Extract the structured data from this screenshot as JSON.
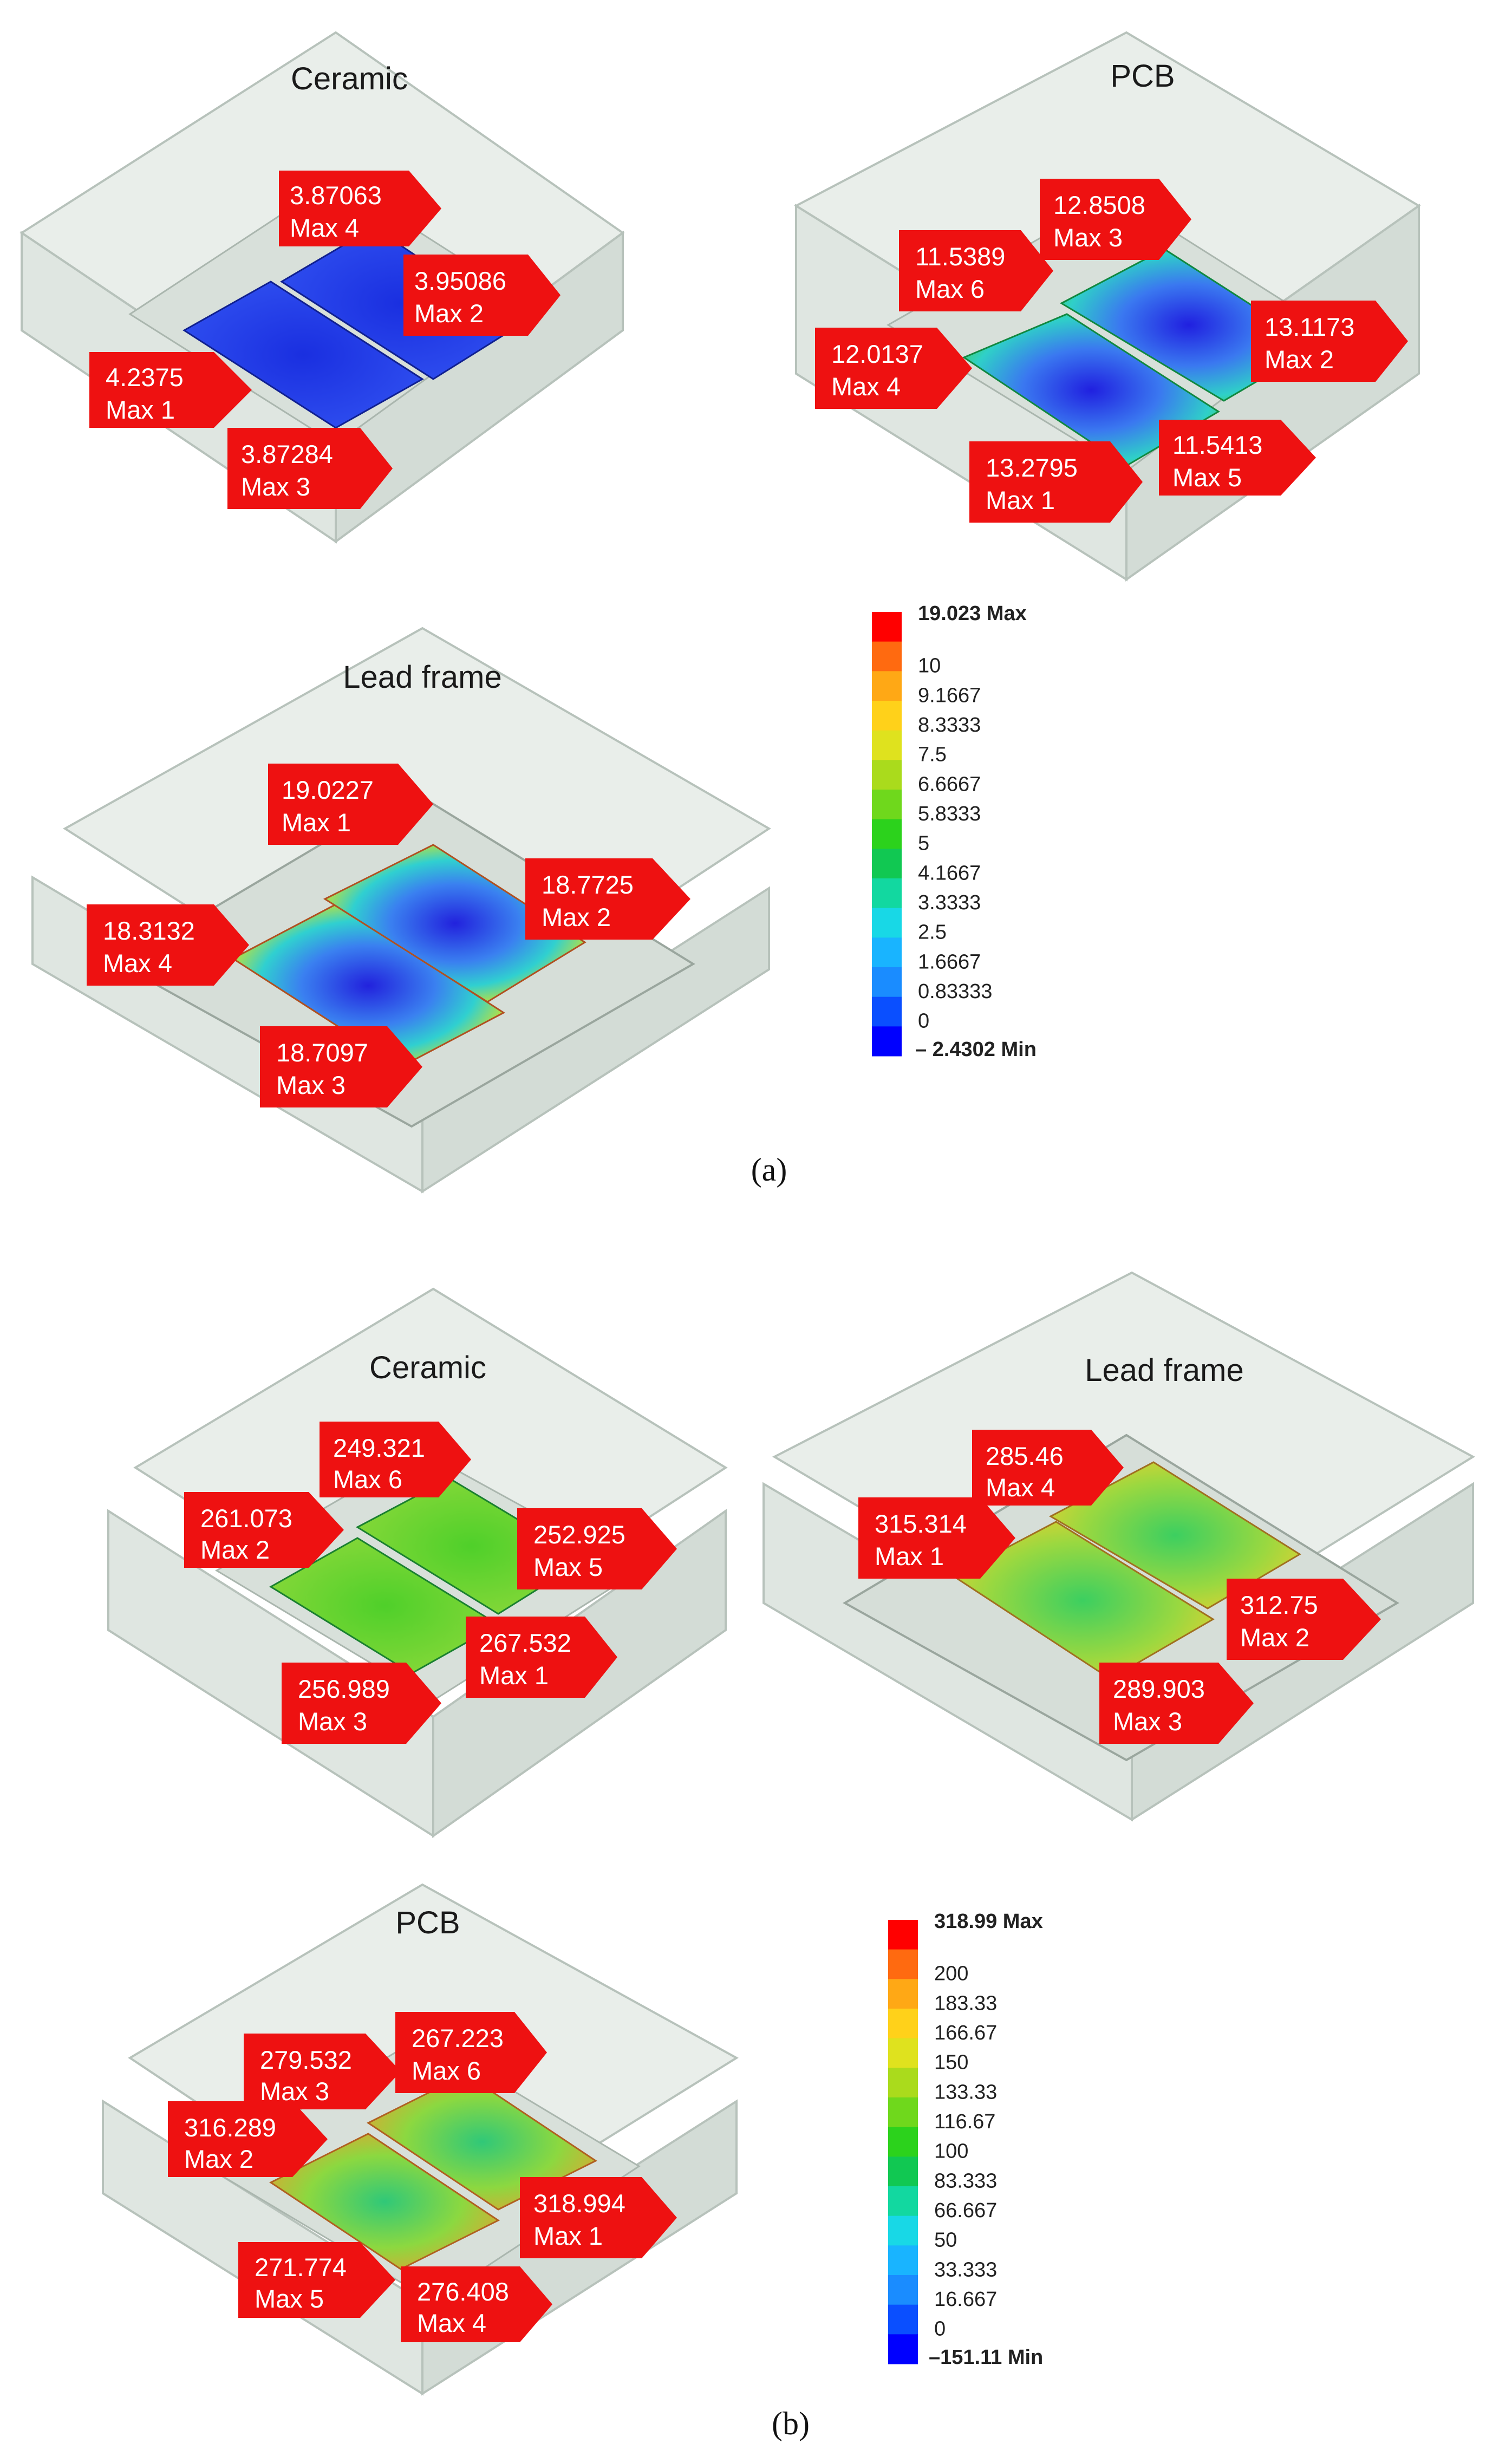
{
  "colors": {
    "callout": "#ee1111",
    "housing_face": "#e9eeea",
    "housing_edge": "#b7c2bb",
    "colorbar": [
      "#0000ff",
      "#0a4fff",
      "#1a8cff",
      "#19b4ff",
      "#18d8e6",
      "#12d8a0",
      "#11c852",
      "#2cd21c",
      "#6fd81c",
      "#aadb1c",
      "#dfe21e",
      "#ffd11a",
      "#ffa815",
      "#ff6a10",
      "#ff0000"
    ]
  },
  "panel_a": {
    "caption": "(a)",
    "ceramic": {
      "title": "Ceramic",
      "callouts": [
        {
          "value": "3.87063",
          "label": "Max 4"
        },
        {
          "value": "3.95086",
          "label": "Max 2"
        },
        {
          "value": "4.2375",
          "label": "Max 1"
        },
        {
          "value": "3.87284",
          "label": "Max 3"
        }
      ]
    },
    "pcb": {
      "title": "PCB",
      "callouts": [
        {
          "value": "12.8508",
          "label": "Max 3"
        },
        {
          "value": "11.5389",
          "label": "Max 6"
        },
        {
          "value": "13.1173",
          "label": "Max 2"
        },
        {
          "value": "12.0137",
          "label": "Max 4"
        },
        {
          "value": "11.5413",
          "label": "Max 5"
        },
        {
          "value": "13.2795",
          "label": "Max 1"
        }
      ]
    },
    "lead_frame": {
      "title": "Lead frame",
      "callouts": [
        {
          "value": "19.0227",
          "label": "Max 1"
        },
        {
          "value": "18.7725",
          "label": "Max 2"
        },
        {
          "value": "18.3132",
          "label": "Max 4"
        },
        {
          "value": "18.7097",
          "label": "Max 3"
        }
      ]
    },
    "legend": {
      "max": "19.023 Max",
      "ticks": [
        "10",
        "9.1667",
        "8.3333",
        "7.5",
        "6.6667",
        "5.8333",
        "5",
        "4.1667",
        "3.3333",
        "2.5",
        "1.6667",
        "0.83333",
        "0"
      ],
      "min": "– 2.4302 Min"
    }
  },
  "panel_b": {
    "caption": "(b)",
    "ceramic": {
      "title": "Ceramic",
      "callouts": [
        {
          "value": "249.321",
          "label": "Max 6"
        },
        {
          "value": "261.073",
          "label": "Max 2"
        },
        {
          "value": "252.925",
          "label": "Max 5"
        },
        {
          "value": "267.532",
          "label": "Max 1"
        },
        {
          "value": "256.989",
          "label": "Max 3"
        }
      ]
    },
    "lead_frame": {
      "title": "Lead frame",
      "callouts": [
        {
          "value": "285.46",
          "label": "Max 4"
        },
        {
          "value": "315.314",
          "label": "Max 1"
        },
        {
          "value": "312.75",
          "label": "Max 2"
        },
        {
          "value": "289.903",
          "label": "Max 3"
        }
      ]
    },
    "pcb": {
      "title": "PCB",
      "callouts": [
        {
          "value": "279.532",
          "label": "Max 3"
        },
        {
          "value": "267.223",
          "label": "Max 6"
        },
        {
          "value": "316.289",
          "label": "Max 2"
        },
        {
          "value": "318.994",
          "label": "Max 1"
        },
        {
          "value": "271.774",
          "label": "Max 5"
        },
        {
          "value": "276.408",
          "label": "Max 4"
        }
      ]
    },
    "legend": {
      "max": "318.99 Max",
      "ticks": [
        "200",
        "183.33",
        "166.67",
        "150",
        "133.33",
        "116.67",
        "100",
        "83.333",
        "66.667",
        "50",
        "33.333",
        "16.667",
        "0"
      ],
      "min": "–151.11 Min"
    }
  }
}
